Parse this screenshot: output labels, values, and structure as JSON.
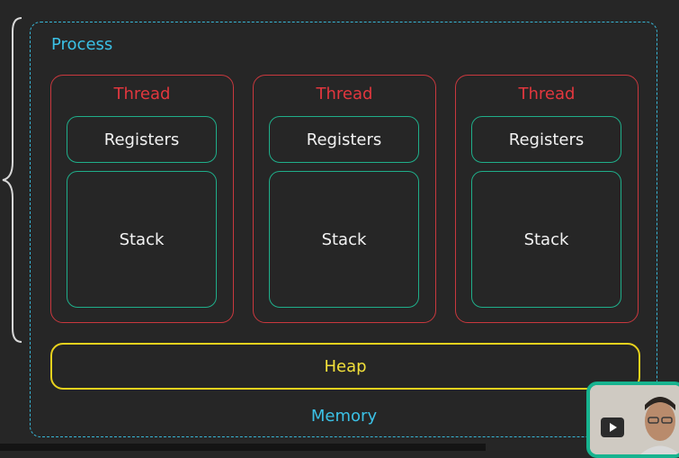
{
  "process": {
    "label": "Process"
  },
  "threads": [
    {
      "label": "Thread",
      "registers": "Registers",
      "stack": "Stack"
    },
    {
      "label": "Thread",
      "registers": "Registers",
      "stack": "Stack"
    },
    {
      "label": "Thread",
      "registers": "Registers",
      "stack": "Stack"
    }
  ],
  "heap": {
    "label": "Heap"
  },
  "memory": {
    "label": "Memory"
  },
  "colors": {
    "background": "#262626",
    "process_border": "#37b6d6",
    "thread_border": "#c9383e",
    "thread_text": "#e2373e",
    "inner_border": "#1fae8a",
    "heap_border": "#e8d21d",
    "heap_text": "#f2e03a",
    "label_blue": "#3bc1e6"
  }
}
